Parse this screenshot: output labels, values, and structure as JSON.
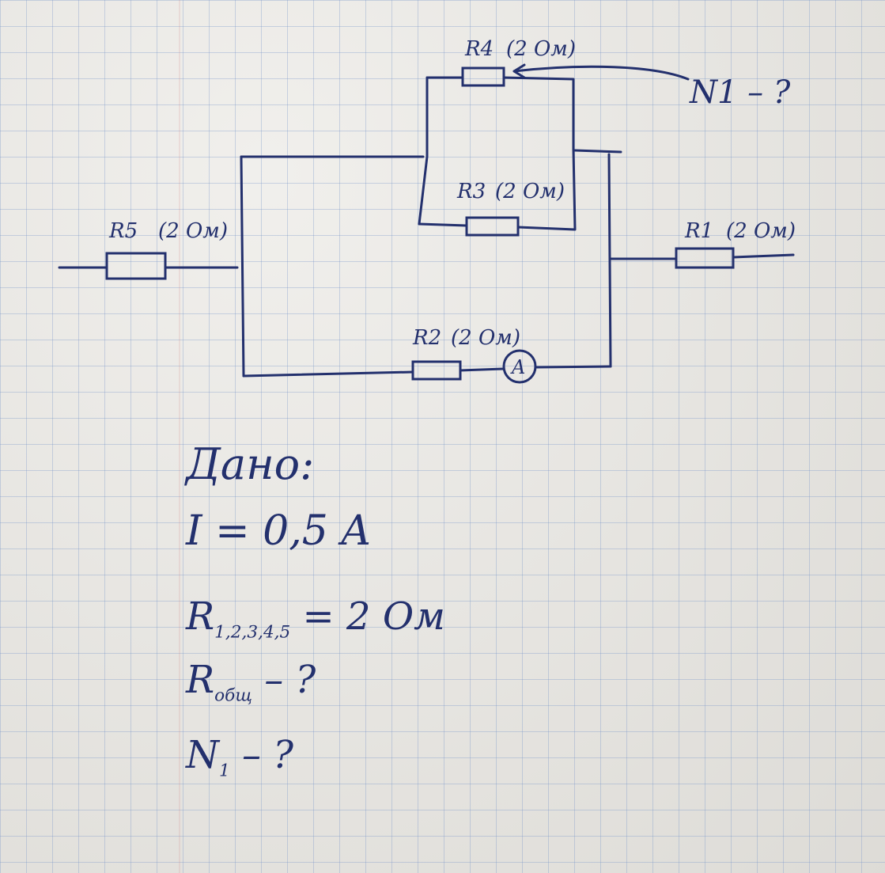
{
  "circuit": {
    "resistors": {
      "r1": {
        "name": "R1",
        "value": "(2 Ом)"
      },
      "r2": {
        "name": "R2",
        "value": "(2 Ом)"
      },
      "r3": {
        "name": "R3",
        "value": "(2 Ом)"
      },
      "r4": {
        "name": "R4",
        "value": "(2 Ом)"
      },
      "r5": {
        "name": "R5",
        "value": "(2 Ом)"
      }
    },
    "ammeter": "A",
    "question_label": "N1 – ?"
  },
  "given": {
    "title": "Дано:",
    "current": "I = 0,5 A",
    "resistances_symbol": "R",
    "resistances_sub": "1,2,3,4,5",
    "resistances_value": " = 2 Ом",
    "find_total_symbol": "R",
    "find_total_sub": "общ",
    "find_total_suffix": " – ?",
    "find_power_symbol": "N",
    "find_power_sub": "1",
    "find_power_suffix": " – ?"
  }
}
